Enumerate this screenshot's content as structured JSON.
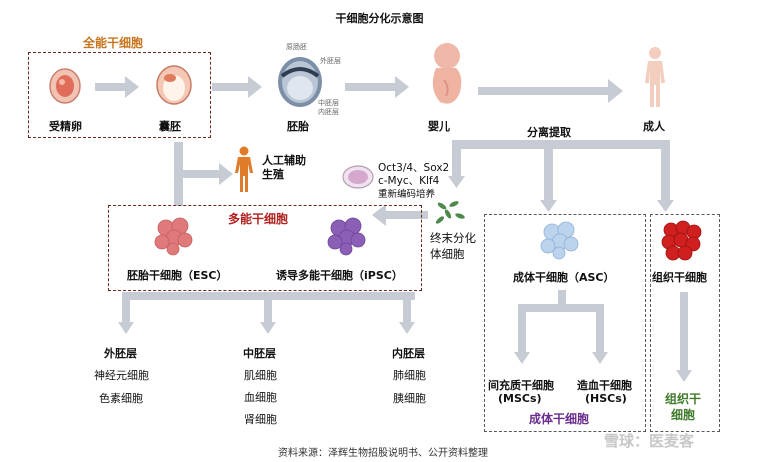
{
  "title": "干细胞分化示意图",
  "totipotent": {
    "header": "全能干细胞",
    "fertilized_egg": "受精卵",
    "blastocyst": "囊胚"
  },
  "embryo": {
    "label": "胚胎",
    "primitive_streak": "原肠胚",
    "ectoderm": "外胚层",
    "mesoderm": "中胚层",
    "endoderm": "内胚层"
  },
  "infant": "婴儿",
  "adult": "成人",
  "separation": "分离提取",
  "art_line1": "人工辅助",
  "art_line2": "生殖",
  "reprogram": {
    "line1": "Oct3/4、Sox2",
    "line2": "c-Myc、Klf4",
    "line3": "重新编码培养"
  },
  "terminal": {
    "line1": "终末分化",
    "line2": "体细胞"
  },
  "pluripotent": {
    "header": "多能干细胞",
    "esc": "胚胎干细胞（ESC）",
    "ipsc": "诱导多能干细胞（iPSC）"
  },
  "asc": "成体干细胞（ASC）",
  "tissue_stem": "组织干细胞",
  "germ_layers": {
    "ectoderm": {
      "name": "外胚层",
      "cells": [
        "神经元细胞",
        "色素细胞"
      ]
    },
    "mesoderm": {
      "name": "中胚层",
      "cells": [
        "肌细胞",
        "血细胞",
        "肾细胞"
      ]
    },
    "endoderm": {
      "name": "内胚层",
      "cells": [
        "肺细胞",
        "胰细胞"
      ]
    }
  },
  "adult_sub": {
    "msc_line1": "间充质干细胞",
    "msc_line2": "(MSCs)",
    "hsc_line1": "造血干细胞",
    "hsc_line2": "(HSCs)",
    "footer": "成体干细胞"
  },
  "tissue_footer": {
    "line1": "组织干",
    "line2": "细胞"
  },
  "source": "资料来源：泽辉生物招股说明书、公开资料整理",
  "watermark": "雪球：医麦客",
  "colors": {
    "header_orange": "#c8741d",
    "pluri_red": "#b0211f",
    "adult_purple": "#6a2c8e",
    "tissue_green": "#3f7a2a",
    "arrow_gray": "#c7ccd4"
  }
}
